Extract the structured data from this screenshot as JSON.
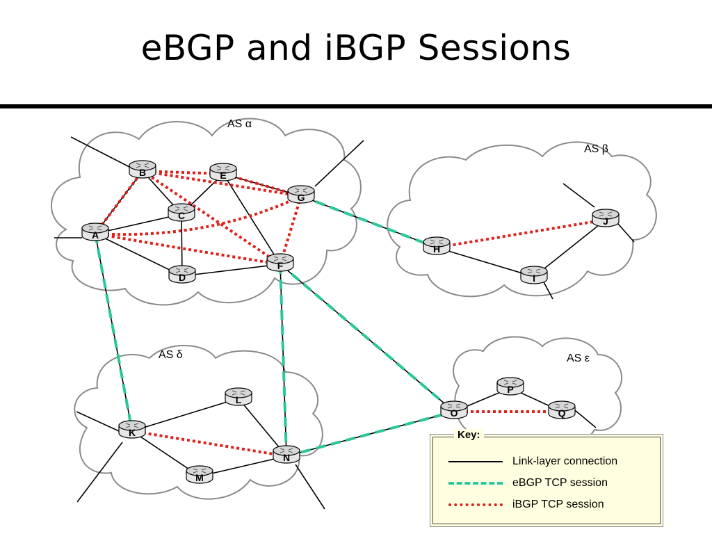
{
  "title": "eBGP and iBGP Sessions",
  "colors": {
    "ebgp": "#2ac79a",
    "ibgp": "#e0201b",
    "link": "#000000",
    "key_background": "#fffee0",
    "cloud_outline": "#8a8a8a"
  },
  "autonomous_systems": [
    {
      "id": "alpha",
      "label": "AS α",
      "routers": [
        "A",
        "B",
        "C",
        "D",
        "E",
        "F",
        "G"
      ]
    },
    {
      "id": "beta",
      "label": "AS β",
      "routers": [
        "H",
        "I",
        "J"
      ]
    },
    {
      "id": "delta",
      "label": "AS δ",
      "routers": [
        "K",
        "L",
        "M",
        "N"
      ]
    },
    {
      "id": "epsilon",
      "label": "AS ε",
      "routers": [
        "O",
        "P",
        "Q"
      ]
    }
  ],
  "routers": [
    "A",
    "B",
    "C",
    "D",
    "E",
    "F",
    "G",
    "H",
    "I",
    "J",
    "K",
    "L",
    "M",
    "N",
    "O",
    "P",
    "Q"
  ],
  "link_layer_connections": [
    [
      "A",
      "B"
    ],
    [
      "A",
      "C"
    ],
    [
      "A",
      "D"
    ],
    [
      "B",
      "C"
    ],
    [
      "C",
      "E"
    ],
    [
      "C",
      "D"
    ],
    [
      "D",
      "F"
    ],
    [
      "E",
      "G"
    ],
    [
      "E",
      "F"
    ],
    [
      "G",
      "H"
    ],
    [
      "H",
      "I"
    ],
    [
      "I",
      "J"
    ],
    [
      "A",
      "K"
    ],
    [
      "F",
      "N"
    ],
    [
      "F",
      "O"
    ],
    [
      "K",
      "L"
    ],
    [
      "K",
      "M"
    ],
    [
      "L",
      "N"
    ],
    [
      "M",
      "N"
    ],
    [
      "N",
      "O"
    ],
    [
      "O",
      "P"
    ],
    [
      "P",
      "Q"
    ]
  ],
  "ebgp_sessions": [
    [
      "G",
      "H"
    ],
    [
      "A",
      "K"
    ],
    [
      "F",
      "N"
    ],
    [
      "F",
      "O"
    ],
    [
      "N",
      "O"
    ]
  ],
  "ibgp_sessions": [
    [
      "A",
      "B"
    ],
    [
      "A",
      "G"
    ],
    [
      "A",
      "F"
    ],
    [
      "B",
      "E"
    ],
    [
      "B",
      "G"
    ],
    [
      "B",
      "F"
    ],
    [
      "E",
      "G"
    ],
    [
      "G",
      "F"
    ],
    [
      "H",
      "J"
    ],
    [
      "K",
      "N"
    ],
    [
      "O",
      "Q"
    ]
  ],
  "key": {
    "title": "Key:",
    "items": [
      {
        "type": "link",
        "label": "Link-layer connection"
      },
      {
        "type": "ebgp",
        "label": "eBGP TCP session"
      },
      {
        "type": "ibgp",
        "label": "iBGP TCP session"
      }
    ]
  }
}
